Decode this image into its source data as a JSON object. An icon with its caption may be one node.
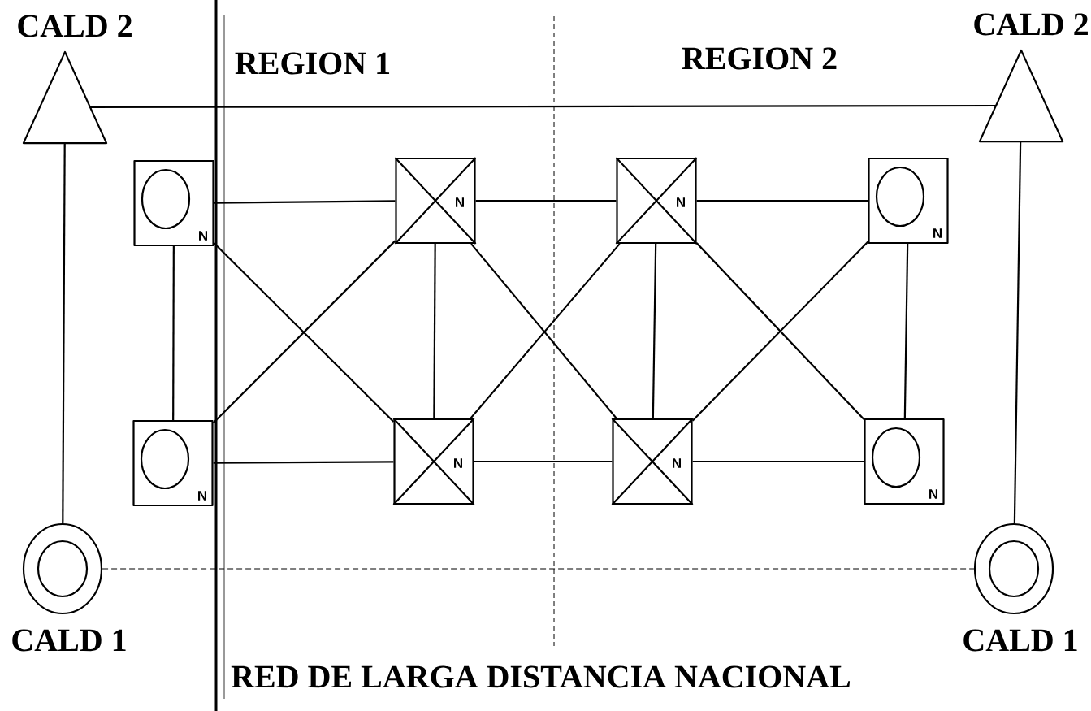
{
  "diagram": {
    "nodes": [
      {
        "text": [
          "CALD 2"
        ]
      },
      {
        "text": [
          "CALD 2"
        ]
      },
      {
        "text": [
          "N"
        ]
      },
      {
        "text": [
          "N"
        ]
      },
      {
        "text": [
          "N"
        ]
      },
      {
        "text": [
          "N"
        ]
      },
      {
        "text": [
          "N"
        ]
      },
      {
        "text": [
          "N"
        ]
      },
      {
        "text": [
          "N"
        ]
      },
      {
        "text": [
          "N"
        ]
      },
      {
        "text": [
          "CALD 1"
        ]
      },
      {
        "text": [
          "CALD 1"
        ]
      }
    ],
    "edges": [
      {
        "from": 0,
        "to": 1,
        "arrow": "none"
      },
      {
        "from": 10,
        "to": 0,
        "arrow": "none"
      },
      {
        "from": 11,
        "to": 1,
        "arrow": "none"
      },
      {
        "from": 2,
        "to": 3,
        "arrow": "none"
      },
      {
        "from": 3,
        "to": 4,
        "arrow": "none"
      },
      {
        "from": 4,
        "to": 5,
        "arrow": "none"
      },
      {
        "from": 6,
        "to": 7,
        "arrow": "none"
      },
      {
        "from": 7,
        "to": 8,
        "arrow": "none"
      },
      {
        "from": 8,
        "to": 9,
        "arrow": "none"
      },
      {
        "from": 2,
        "to": 6,
        "arrow": "none"
      },
      {
        "from": 3,
        "to": 7,
        "arrow": "none"
      },
      {
        "from": 4,
        "to": 8,
        "arrow": "none"
      },
      {
        "from": 5,
        "to": 9,
        "arrow": "none"
      },
      {
        "from": 2,
        "to": 7,
        "arrow": "none"
      },
      {
        "from": 6,
        "to": 3,
        "arrow": "none"
      },
      {
        "from": 3,
        "to": 8,
        "arrow": "none"
      },
      {
        "from": 7,
        "to": 4,
        "arrow": "none"
      },
      {
        "from": 4,
        "to": 9,
        "arrow": "none"
      },
      {
        "from": 8,
        "to": 5,
        "arrow": "none"
      },
      {
        "from": 10,
        "to": 11,
        "arrow": "none",
        "style": "dashed"
      }
    ],
    "labels": [
      "REGION 1",
      "REGION 2",
      "RED DE LARGA DISTANCIA NACIONAL"
    ]
  }
}
